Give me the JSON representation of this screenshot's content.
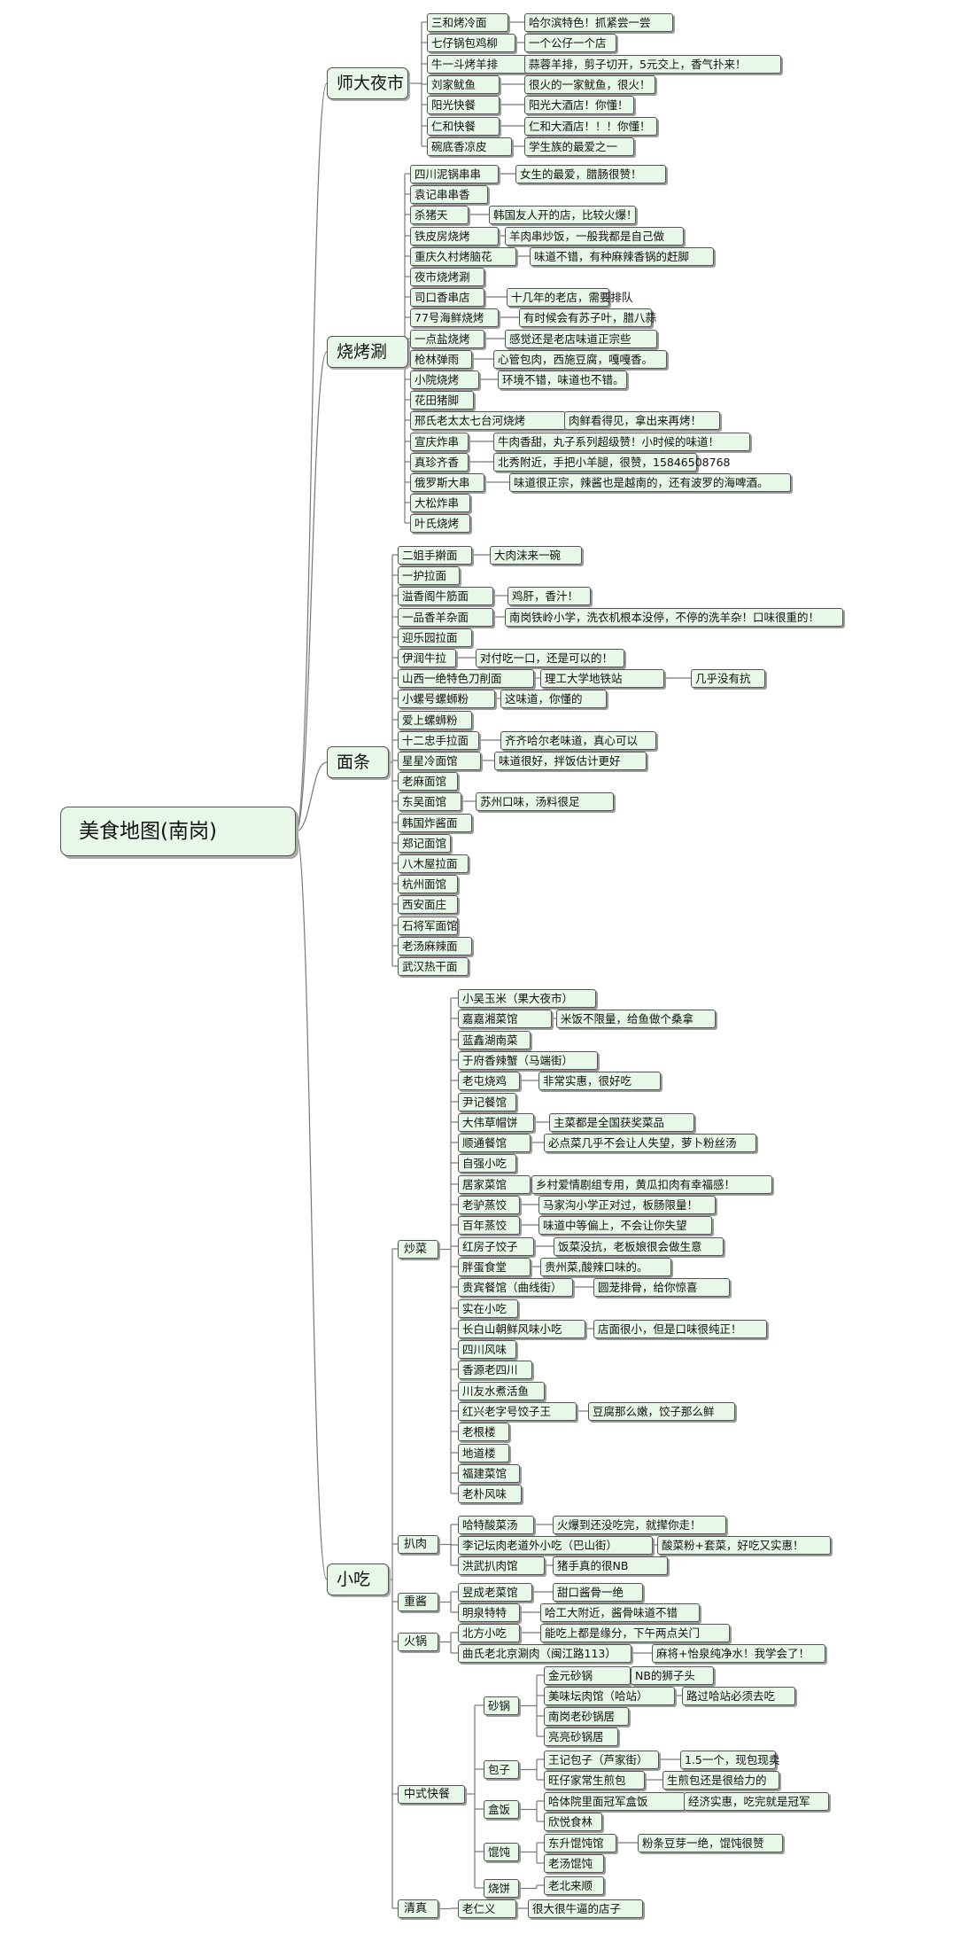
{
  "root": "美食地图(南岗)",
  "categories": [
    {
      "label": "师大夜市"
    },
    {
      "label": "烧烤涮"
    },
    {
      "label": "面条"
    },
    {
      "label": "小吃"
    }
  ],
  "subcategories": [
    {
      "label": "炒菜"
    },
    {
      "label": "扒肉"
    },
    {
      "label": "重酱"
    },
    {
      "label": "火锅"
    },
    {
      "label": "中式快餐"
    },
    {
      "label": "清真"
    }
  ],
  "groups": [
    {
      "label": "砂锅"
    },
    {
      "label": "包子"
    },
    {
      "label": "盒饭"
    },
    {
      "label": "馄饨"
    },
    {
      "label": "烧饼"
    }
  ],
  "shida": [
    {
      "name": "三和烤冷面",
      "note": "哈尔滨特色！抓紧尝一尝"
    },
    {
      "name": "七仔锅包鸡柳",
      "note": "一个公仔一个店"
    },
    {
      "name": "牛一斗烤羊排",
      "note": "蒜蓉羊排，剪子切开，5元交上，香气扑来！"
    },
    {
      "name": "刘家鱿鱼",
      "note": "很火的一家鱿鱼，很火！"
    },
    {
      "name": "阳光快餐",
      "note": "阳光大酒店！你懂！"
    },
    {
      "name": "仁和快餐",
      "note": "仁和大酒店！！！你懂！"
    },
    {
      "name": "碗底香凉皮",
      "note": "学生族的最爱之一"
    }
  ],
  "bbq": [
    {
      "name": "四川泥锅串串",
      "note": "女生的最爱，腊肠很赞！"
    },
    {
      "name": "袁记串串香",
      "note": ""
    },
    {
      "name": "杀猪天",
      "note": "韩国友人开的店，比较火爆！"
    },
    {
      "name": "铁皮房烧烤",
      "note": "羊肉串炒饭，一般我都是自己做"
    },
    {
      "name": "重庆久村烤脑花",
      "note": "味道不错，有种麻辣香锅的赶脚"
    },
    {
      "name": "夜市烧烤涮",
      "note": ""
    },
    {
      "name": "司口香串店",
      "note": "十几年的老店，需要排队"
    },
    {
      "name": "77号海鲜烧烤",
      "note": "有时候会有苏子叶，腊八蒜"
    },
    {
      "name": "一点盐烧烤",
      "note": "感觉还是老店味道正宗些"
    },
    {
      "name": "枪林弹雨",
      "note": "心管包肉，西施豆腐，嘎嘎香。"
    },
    {
      "name": "小院烧烤",
      "note": "环境不错，味道也不错。"
    },
    {
      "name": "花田猪脚",
      "note": ""
    },
    {
      "name": "邢氏老太太七台河烧烤",
      "note": "肉鲜看得见，拿出来再烤！"
    },
    {
      "name": "宣庆炸串",
      "note": "牛肉香甜，丸子系列超级赞！小时候的味道！"
    },
    {
      "name": "真珍齐香",
      "note": "北秀附近，手把小羊腿，很赞，15846508768"
    },
    {
      "name": "俄罗斯大串",
      "note": "味道很正宗，辣酱也是越南的，还有波罗的海啤酒。"
    },
    {
      "name": "大松炸串",
      "note": ""
    },
    {
      "name": "叶氏烧烤",
      "note": ""
    }
  ],
  "noodles": [
    {
      "name": "二姐手擀面",
      "note": "大肉沫来一碗"
    },
    {
      "name": "一护拉面",
      "note": ""
    },
    {
      "name": "溢香阁牛筋面",
      "note": "鸡肝，香汁！"
    },
    {
      "name": "一品香羊杂面",
      "note": "南岗铁岭小学，洗衣机根本没停，不停的洗羊杂！口味很重的！"
    },
    {
      "name": "迎乐园拉面",
      "note": ""
    },
    {
      "name": "伊润牛拉",
      "note": "对付吃一口，还是可以的！"
    },
    {
      "name": "山西一绝特色刀削面",
      "note": "理工大学地铁站",
      "note2": "几乎没有抗"
    },
    {
      "name": "小螺号螺蛳粉",
      "note": "这味道，你懂的"
    },
    {
      "name": "爱上螺蛳粉",
      "note": ""
    },
    {
      "name": "十二忠手拉面",
      "note": "齐齐哈尔老味道，真心可以"
    },
    {
      "name": "星星冷面馆",
      "note": "味道很好，拌饭估计更好"
    },
    {
      "name": "老麻面馆",
      "note": ""
    },
    {
      "name": "东吴面馆",
      "note": "苏州口味，汤料很足"
    },
    {
      "name": "韩国炸酱面",
      "note": ""
    },
    {
      "name": "郑记面馆",
      "note": ""
    },
    {
      "name": "八木屋拉面",
      "note": ""
    },
    {
      "name": "杭州面馆",
      "note": ""
    },
    {
      "name": "西安面庄",
      "note": ""
    },
    {
      "name": "石将军面馆",
      "note": ""
    },
    {
      "name": "老汤麻辣面",
      "note": ""
    },
    {
      "name": "武汉热干面",
      "note": ""
    }
  ],
  "stirfry": [
    {
      "name": "小吴玉米（果大夜市）",
      "note": ""
    },
    {
      "name": "嘉嘉湘菜馆",
      "note": "米饭不限量，给鱼做个桑拿"
    },
    {
      "name": "蓝鑫湖南菜",
      "note": ""
    },
    {
      "name": "于府香辣蟹（马端街）",
      "note": ""
    },
    {
      "name": "老屯烧鸡",
      "note": "非常实惠，很好吃"
    },
    {
      "name": "尹记餐馆",
      "note": ""
    },
    {
      "name": "大伟草帽饼",
      "note": "主菜都是全国获奖菜品"
    },
    {
      "name": "顺通餐馆",
      "note": "必点菜几乎不会让人失望，萝卜粉丝汤"
    },
    {
      "name": "自强小吃",
      "note": ""
    },
    {
      "name": "居家菜馆",
      "note": "乡村爱情剧组专用，黄瓜扣肉有幸福感！"
    },
    {
      "name": "老驴蒸饺",
      "note": "马家沟小学正对过，板肠限量！"
    },
    {
      "name": "百年蒸饺",
      "note": "味道中等偏上，不会让你失望"
    },
    {
      "name": "红房子饺子",
      "note": "饭菜没抗，老板娘很会做生意"
    },
    {
      "name": "胖蛋食堂",
      "note": "贵州菜,酸辣口味的。"
    },
    {
      "name": "贵宾餐馆（曲线街）",
      "note": "圆茏排骨，给你惊喜"
    },
    {
      "name": "实在小吃",
      "note": ""
    },
    {
      "name": "长白山朝鲜风味小吃",
      "note": "店面很小，但是口味很纯正！"
    },
    {
      "name": "四川风味",
      "note": ""
    },
    {
      "name": "香源老四川",
      "note": ""
    },
    {
      "name": "川友水煮活鱼",
      "note": ""
    },
    {
      "name": "红兴老字号饺子王",
      "note": "豆腐那么嫩，饺子那么鲜"
    },
    {
      "name": "老根楼",
      "note": ""
    },
    {
      "name": "地道楼",
      "note": ""
    },
    {
      "name": "福建菜馆",
      "note": ""
    },
    {
      "name": "老朴风味",
      "note": ""
    }
  ],
  "barou": [
    {
      "name": "哈特酸菜汤",
      "note": "火爆到还没吃完，就撵你走！"
    },
    {
      "name": "李记坛肉老道外小吃（巴山街）",
      "note": "酸菜粉+套菜，好吃又实惠！"
    },
    {
      "name": "洪武扒肉馆",
      "note": "猪手真的很NB"
    }
  ],
  "zhongjiang": [
    {
      "name": "昱成老菜馆",
      "note": "甜口酱骨一绝"
    },
    {
      "name": "明泉特特",
      "note": "哈工大附近，酱骨味道不错"
    }
  ],
  "hotpot": [
    {
      "name": "北方小吃",
      "note": "能吃上都是缘分，下午两点关门"
    },
    {
      "name": "曲氏老北京涮肉（闽江路113）",
      "note": "麻将+怡泉纯净水！我学会了！"
    }
  ],
  "shaguo": [
    {
      "name": "金元砂锅",
      "note": "NB的狮子头"
    },
    {
      "name": "美味坛肉馆（哈站）",
      "note": "路过哈站必须去吃"
    },
    {
      "name": "南岗老砂锅居",
      "note": ""
    },
    {
      "name": "亮亮砂锅居",
      "note": ""
    }
  ],
  "baozi": [
    {
      "name": "王记包子（芦家街）",
      "note": "1.5一个，现包现卖"
    },
    {
      "name": "旺仔家常生煎包",
      "note": "生煎包还是很给力的"
    }
  ],
  "hefan": [
    {
      "name": "哈体院里面冠军盒饭",
      "note": "经济实惠，吃完就是冠军"
    },
    {
      "name": "欣悦食林",
      "note": ""
    }
  ],
  "hundun": [
    {
      "name": "东升馄饨馆",
      "note": "粉条豆芽一绝，馄饨很赞"
    },
    {
      "name": "老汤馄饨",
      "note": ""
    }
  ],
  "shaobing": [
    {
      "name": "老北来顺",
      "note": ""
    }
  ],
  "qingzhen": [
    {
      "name": "老仁义",
      "note": "很大很牛逼的店子"
    }
  ]
}
